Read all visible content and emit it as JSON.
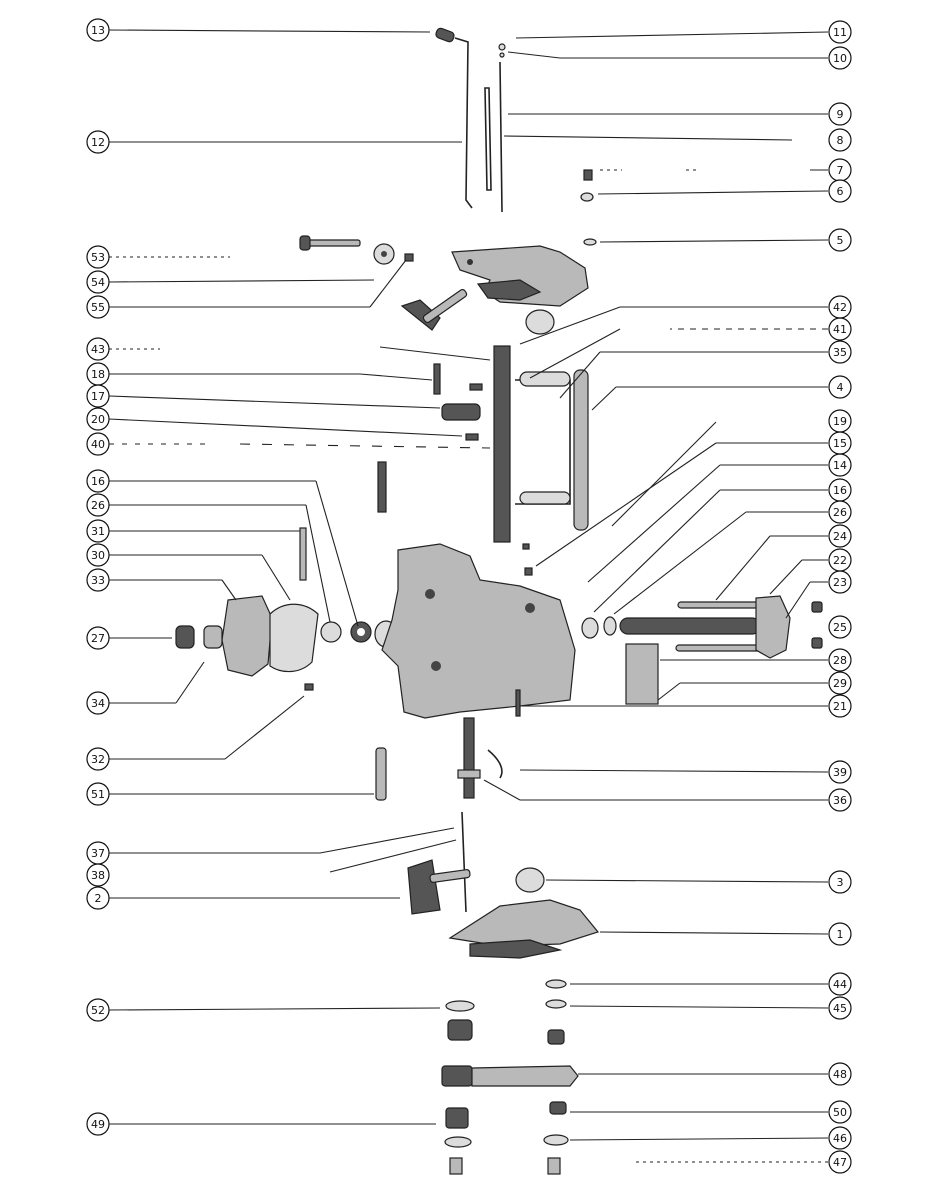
{
  "callouts": {
    "left": [
      {
        "id": "c13a",
        "label": "13"
      },
      {
        "id": "c12",
        "label": "12"
      },
      {
        "id": "c53",
        "label": "53"
      },
      {
        "id": "c54",
        "label": "54"
      },
      {
        "id": "c55",
        "label": "55"
      },
      {
        "id": "c43",
        "label": "43"
      },
      {
        "id": "c18",
        "label": "18"
      },
      {
        "id": "c17",
        "label": "17"
      },
      {
        "id": "c20",
        "label": "20"
      },
      {
        "id": "c40",
        "label": "40"
      },
      {
        "id": "c16a",
        "label": "16"
      },
      {
        "id": "c26a",
        "label": "26"
      },
      {
        "id": "c31",
        "label": "31"
      },
      {
        "id": "c30",
        "label": "30"
      },
      {
        "id": "c33",
        "label": "33"
      },
      {
        "id": "c27",
        "label": "27"
      },
      {
        "id": "c34",
        "label": "34"
      },
      {
        "id": "c32",
        "label": "32"
      },
      {
        "id": "c51",
        "label": "51"
      },
      {
        "id": "c37",
        "label": "37"
      },
      {
        "id": "c38",
        "label": "38"
      },
      {
        "id": "c2",
        "label": "2"
      },
      {
        "id": "c52",
        "label": "52"
      },
      {
        "id": "c49",
        "label": "49"
      }
    ],
    "right": [
      {
        "id": "c11",
        "label": "11"
      },
      {
        "id": "c10",
        "label": "10"
      },
      {
        "id": "c9",
        "label": "9"
      },
      {
        "id": "c8",
        "label": "8"
      },
      {
        "id": "c7",
        "label": "7"
      },
      {
        "id": "c6",
        "label": "6"
      },
      {
        "id": "c5",
        "label": "5"
      },
      {
        "id": "c42",
        "label": "42"
      },
      {
        "id": "c41",
        "label": "41"
      },
      {
        "id": "c35a",
        "label": "35"
      },
      {
        "id": "c4",
        "label": "4"
      },
      {
        "id": "c19",
        "label": "19"
      },
      {
        "id": "c15",
        "label": "15"
      },
      {
        "id": "c14",
        "label": "14"
      },
      {
        "id": "c16b",
        "label": "16"
      },
      {
        "id": "c26b",
        "label": "26"
      },
      {
        "id": "c24",
        "label": "24"
      },
      {
        "id": "c22",
        "label": "22"
      },
      {
        "id": "c23",
        "label": "23"
      },
      {
        "id": "c25",
        "label": "25"
      },
      {
        "id": "c28",
        "label": "28"
      },
      {
        "id": "c29",
        "label": "29"
      },
      {
        "id": "c21",
        "label": "21"
      },
      {
        "id": "c39",
        "label": "39"
      },
      {
        "id": "c36",
        "label": "36"
      },
      {
        "id": "c3",
        "label": "3"
      },
      {
        "id": "c1",
        "label": "1"
      },
      {
        "id": "c44",
        "label": "44"
      },
      {
        "id": "c45",
        "label": "45"
      },
      {
        "id": "c48",
        "label": "48"
      },
      {
        "id": "c50",
        "label": "50"
      },
      {
        "id": "c46",
        "label": "46"
      },
      {
        "id": "c47",
        "label": "47"
      }
    ]
  }
}
